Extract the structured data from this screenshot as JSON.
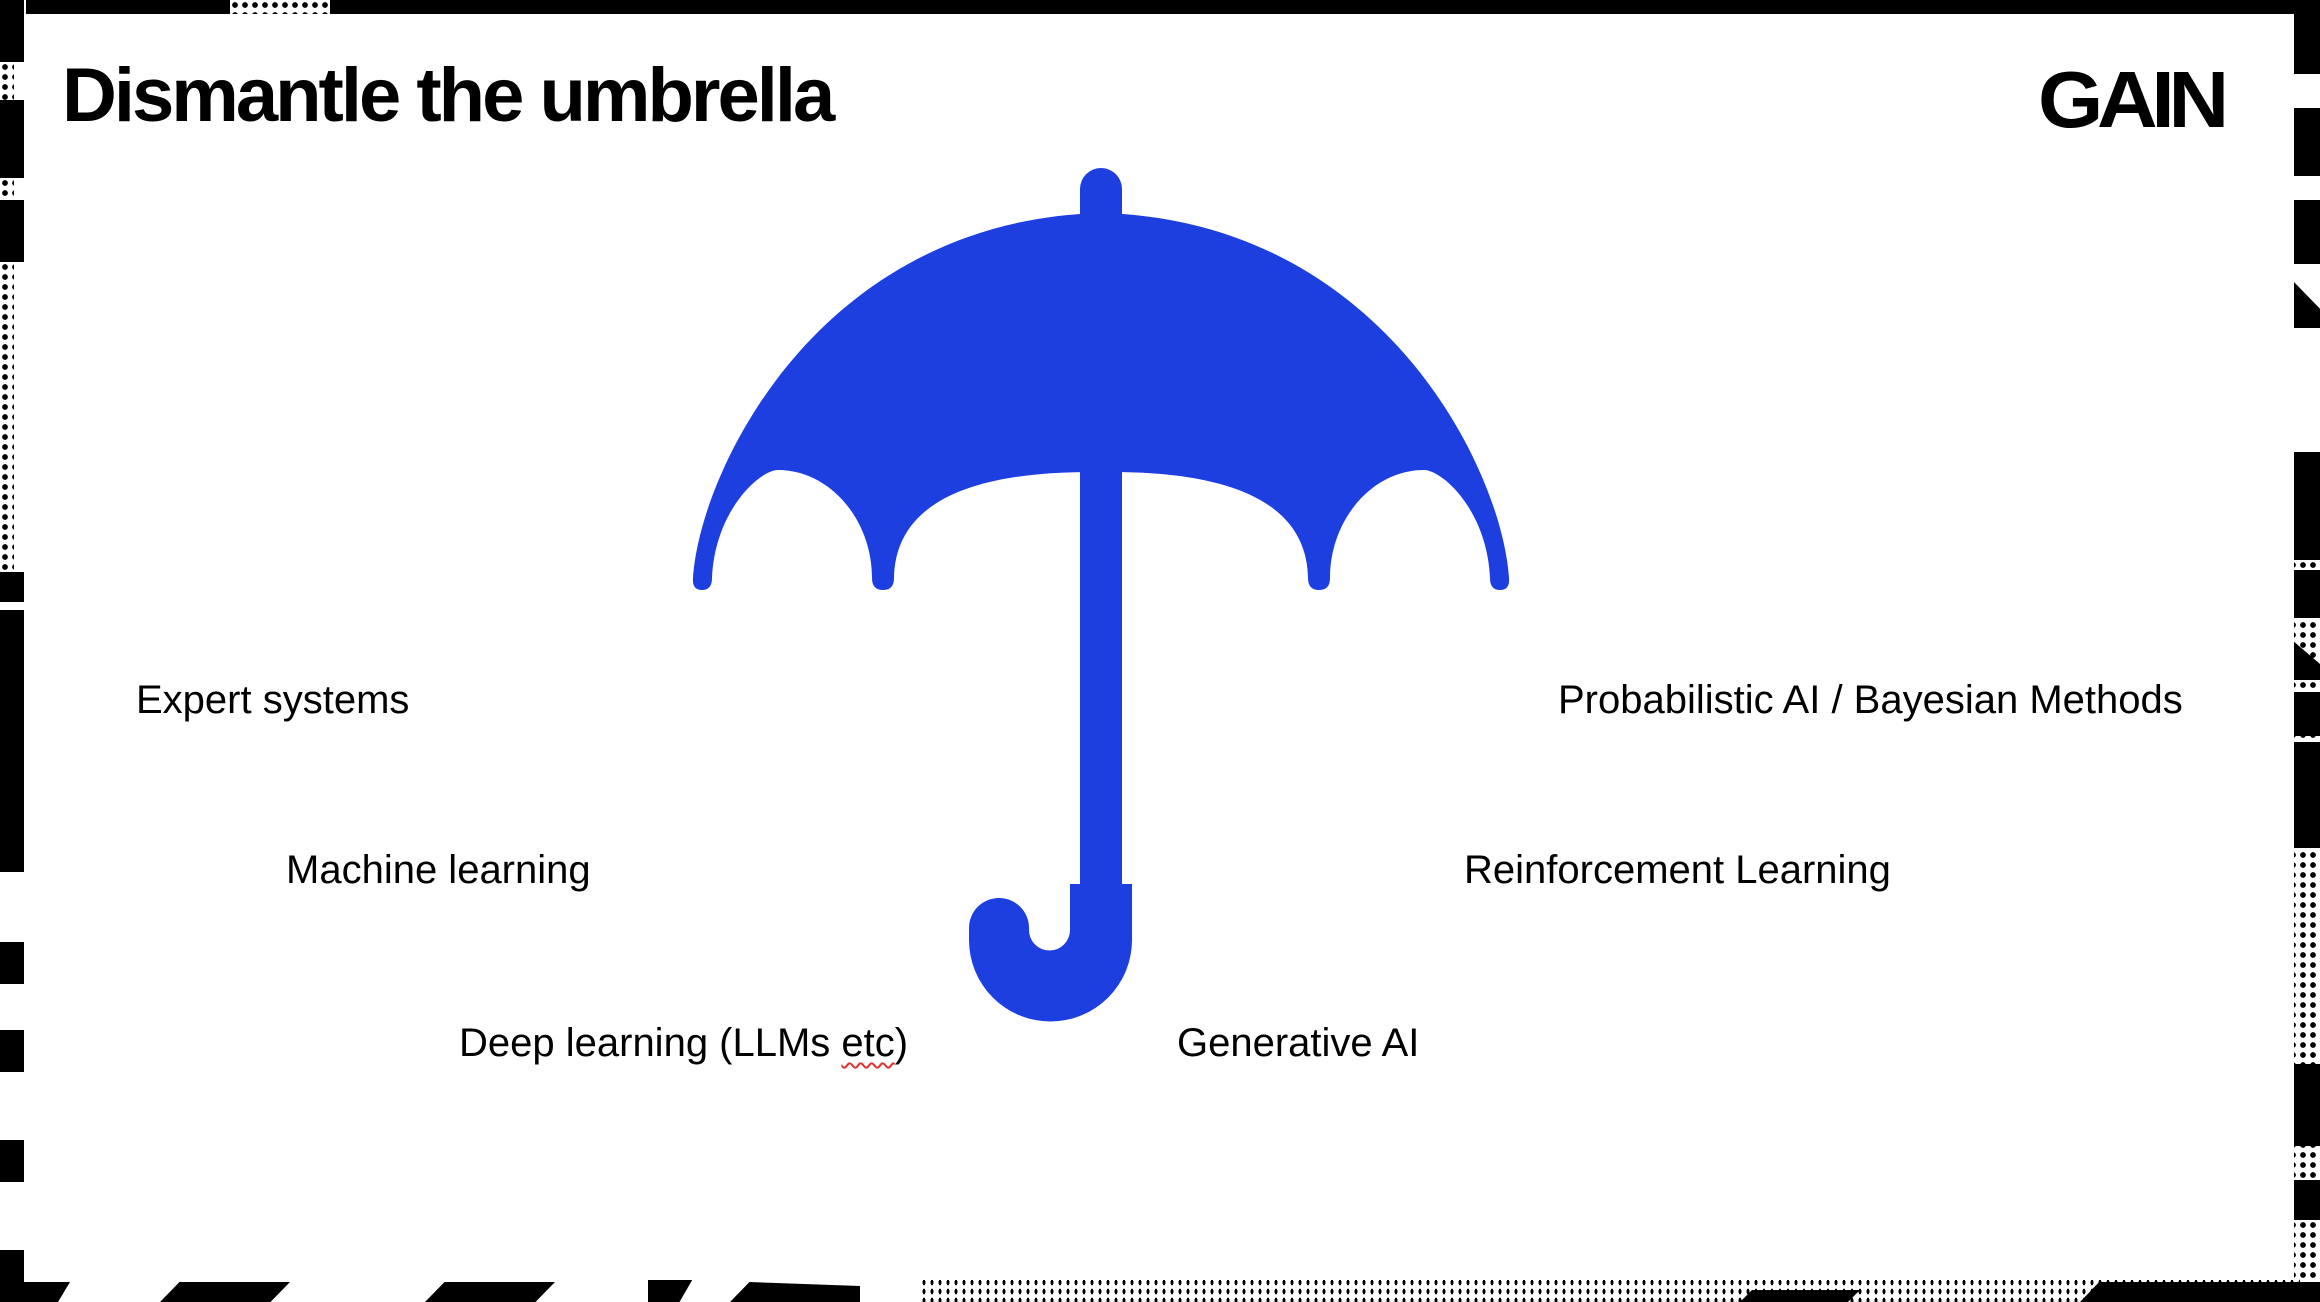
{
  "slide": {
    "title": "Dismantle the umbrella",
    "logo": "GAIN",
    "accent_color": "#1E3FE0",
    "illustration": "umbrella-icon"
  },
  "labels": {
    "left": [
      {
        "text": "Expert systems"
      },
      {
        "text": "Machine learning"
      },
      {
        "text": "Deep learning (LLMs ",
        "suffix_spellcheck": "etc",
        "suffix_after": ")"
      }
    ],
    "right": [
      {
        "text": "Probabilistic AI / Bayesian Methods"
      },
      {
        "text": "Reinforcement Learning"
      },
      {
        "text": "Generative AI"
      }
    ]
  }
}
